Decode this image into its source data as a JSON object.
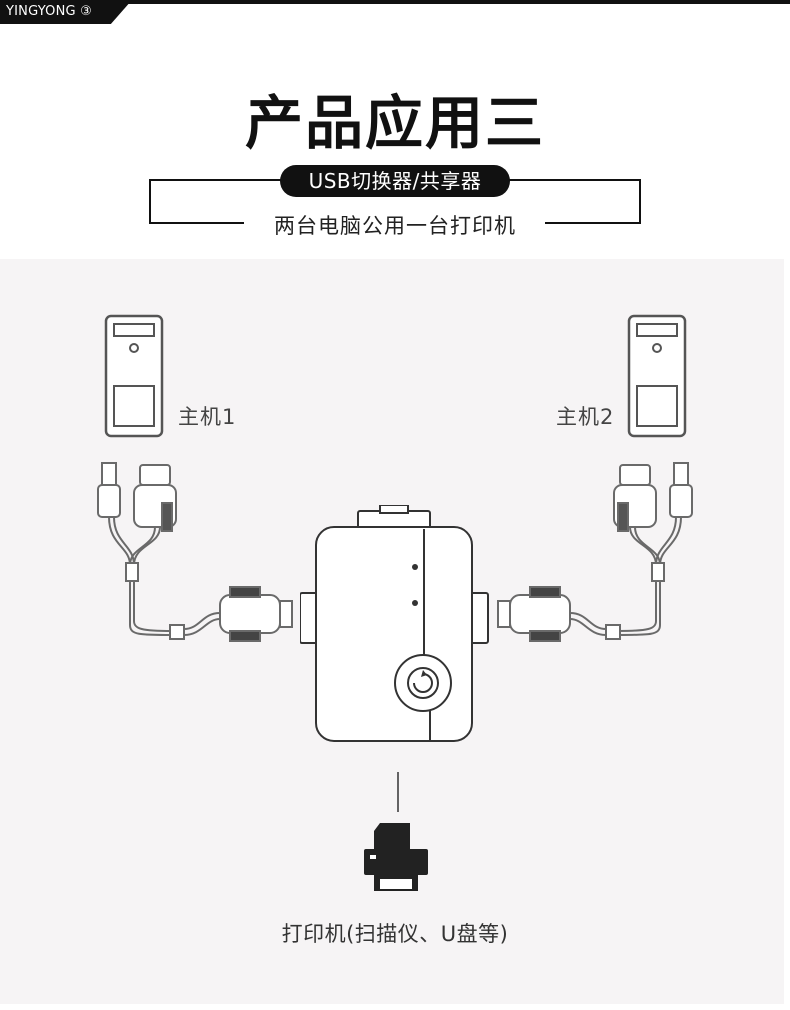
{
  "header": {
    "tag": "YINGYONG ③",
    "title": "产品应用三",
    "pill": "USB切换器/共享器",
    "subtitle": "两台电脑公用一台打印机"
  },
  "hosts": [
    {
      "label": "主机1"
    },
    {
      "label": "主机2"
    }
  ],
  "printer": {
    "label": "打印机(扫描仪、U盘等)"
  },
  "colors": {
    "black": "#111111",
    "panel": "#f6f4f5"
  }
}
